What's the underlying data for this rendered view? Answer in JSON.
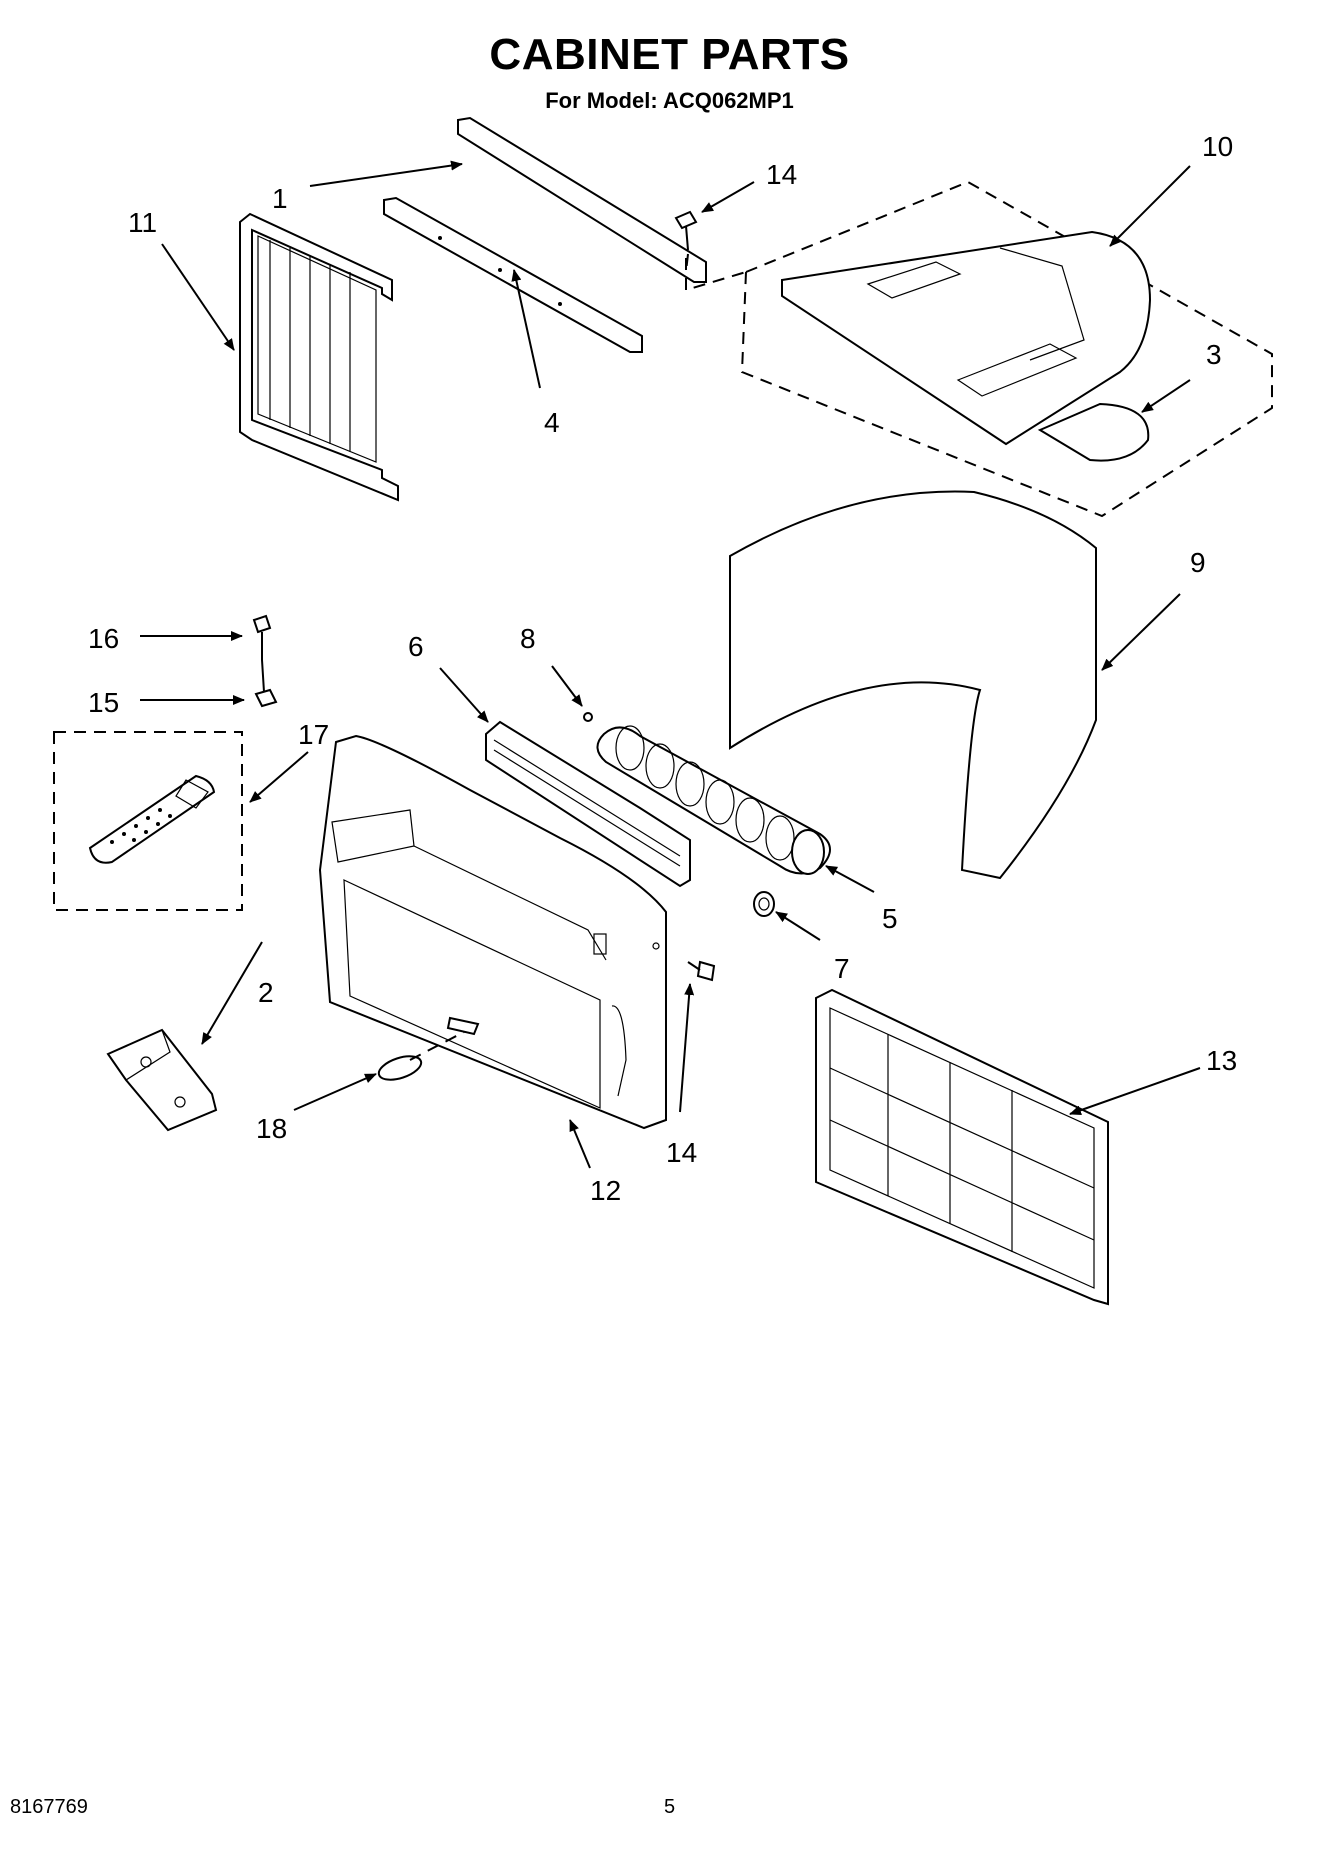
{
  "header": {
    "title": "CABINET PARTS",
    "subtitle": "For Model: ACQ062MP1"
  },
  "footer": {
    "doc_number": "8167769",
    "page_number": "5"
  },
  "callouts": {
    "c1": "1",
    "c2": "2",
    "c3": "3",
    "c4": "4",
    "c5": "5",
    "c6": "6",
    "c7": "7",
    "c8": "8",
    "c9": "9",
    "c10": "10",
    "c11": "11",
    "c12": "12",
    "c13": "13",
    "c14a": "14",
    "c14b": "14",
    "c15": "15",
    "c16": "16",
    "c17": "17",
    "c18": "18"
  }
}
